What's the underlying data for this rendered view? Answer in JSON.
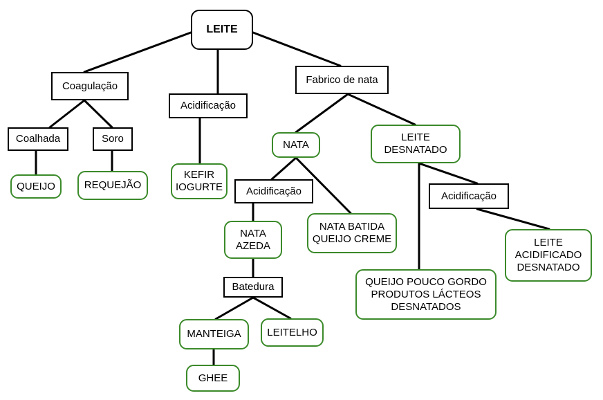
{
  "nodes": {
    "leite": "LEITE",
    "coagulacao": "Coagulação",
    "acidificacao_kefir": "Acidificação",
    "fabrico_nata": "Fabrico de nata",
    "coalhada": "Coalhada",
    "soro": "Soro",
    "queijo": "QUEIJO",
    "requeijao": "REQUEJÃO",
    "kefir_iogurte": "KEFIR\nIOGURTE",
    "nata": "NATA",
    "leite_desnatado": "LEITE\nDESNATADO",
    "acidificacao_nata": "Acidificação",
    "acidificacao_desnatado": "Acidificação",
    "nata_azeda": "NATA\nAZEDA",
    "nata_batida": "NATA BATIDA\nQUEIJO CREME",
    "leite_acidificado": "LEITE\nACIDIFICADO\nDESNATADO",
    "batedura": "Batedura",
    "queijo_pouco_gordo": "QUEIJO POUCO GORDO\nPRODUTOS LÁCTEOS\nDESNATADOS",
    "manteiga": "MANTEIGA",
    "leitelho": "LEITELHO",
    "ghee": "GHEE"
  },
  "colors": {
    "process_border": "#000000",
    "product_border": "#3b8a2a",
    "connector": "#000000"
  }
}
